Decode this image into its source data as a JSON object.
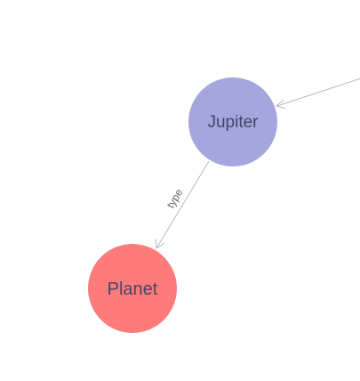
{
  "nodes": {
    "jupiter": {
      "label": "Jupiter",
      "color": "#a5a6de"
    },
    "planet": {
      "label": "Planet",
      "color": "#fd7b7b"
    }
  },
  "edges": {
    "incoming": {
      "label": ""
    },
    "jupiter_planet": {
      "label": "type"
    }
  },
  "colors": {
    "edge": "#b8b8b8",
    "node_text": "#444466",
    "edge_text": "#666666"
  }
}
